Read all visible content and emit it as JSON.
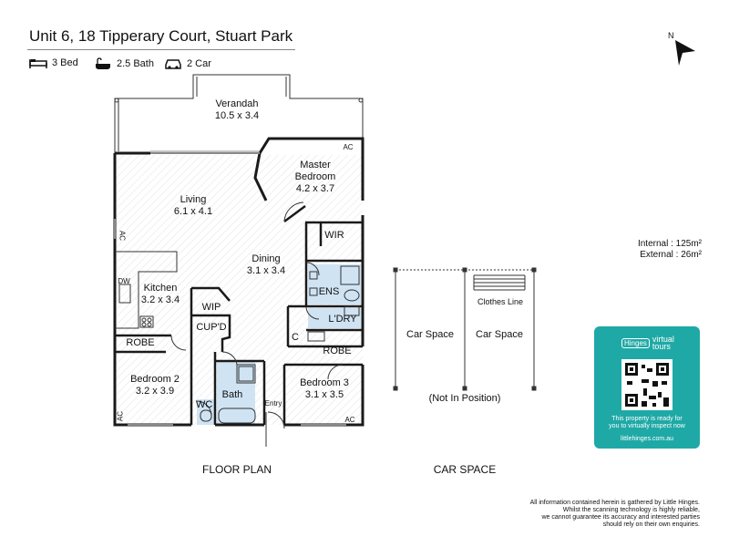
{
  "header": {
    "title": "Unit 6, 18 Tipperary Court, Stuart Park",
    "features": [
      {
        "icon": "bed-icon",
        "label": "3 Bed"
      },
      {
        "icon": "bath-icon",
        "label": "2.5 Bath"
      },
      {
        "icon": "car-icon",
        "label": "2 Car"
      }
    ]
  },
  "compass": {
    "label": "N"
  },
  "areas": {
    "internal": "Internal : 125m²",
    "external": "External : 26m²"
  },
  "rooms": {
    "verandah": {
      "name": "Verandah",
      "size": "10.5 x 3.4"
    },
    "master": {
      "name": "Master",
      "name2": "Bedroom",
      "size": "4.2 x 3.7"
    },
    "living": {
      "name": "Living",
      "size": "6.1 x 4.1"
    },
    "dining": {
      "name": "Dining",
      "size": "3.1 x 3.4"
    },
    "kitchen": {
      "name": "Kitchen",
      "size": "3.2 x 3.4"
    },
    "bed2": {
      "name": "Bedroom 2",
      "size": "3.2 x 3.9"
    },
    "bed3": {
      "name": "Bedroom 3",
      "size": "3.1 x 3.5"
    }
  },
  "small_labels": {
    "wir": "WIR",
    "ens": "ENS",
    "ldry": "L'DRY",
    "wip": "WIP",
    "cupd": "CUP'D",
    "robe": "ROBE",
    "robe2": "ROBE",
    "c": "C",
    "wc": "WC",
    "bath": "Bath",
    "entry": "Entry",
    "dw": "DW",
    "ac": "AC"
  },
  "car": {
    "space": "Car Space",
    "clothes": "Clothes Line",
    "note": "(Not In Position)"
  },
  "captions": {
    "floor": "FLOOR PLAN",
    "car": "CAR SPACE"
  },
  "tour": {
    "brand": "Hinges",
    "virtual": "virtual",
    "tours": "tours",
    "line1": "This property is ready for",
    "line2": "you to virtually inspect now",
    "url": "littlehinges.com.au"
  },
  "disclaimer": [
    "All information contained herein is gathered by Little Hinges.",
    "Whilst the scanning technology is highly reliable,",
    "we cannot guarantee its accuracy and interested parties",
    "should rely on their own enquiries."
  ]
}
